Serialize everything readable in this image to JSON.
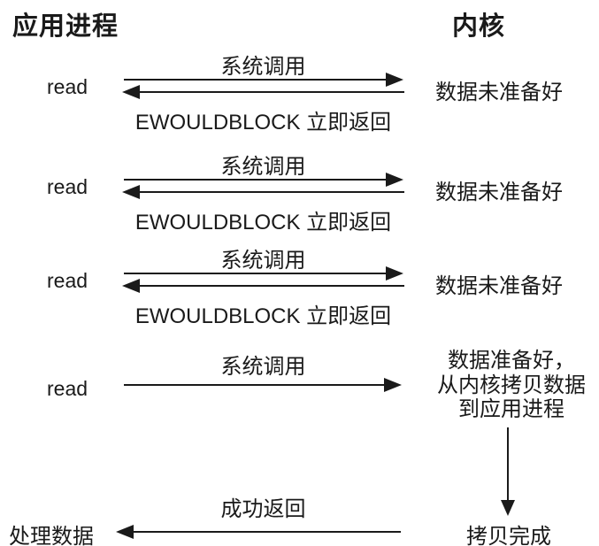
{
  "headers": {
    "app": "应用进程",
    "kernel": "内核"
  },
  "rounds": [
    {
      "syscall": "系统调用",
      "caller": "read",
      "return_label": "EWOULDBLOCK 立即返回",
      "kernel_state": "数据未准备好"
    },
    {
      "syscall": "系统调用",
      "caller": "read",
      "return_label": "EWOULDBLOCK 立即返回",
      "kernel_state": "数据未准备好"
    },
    {
      "syscall": "系统调用",
      "caller": "read",
      "return_label": "EWOULDBLOCK 立即返回",
      "kernel_state": "数据未准备好"
    }
  ],
  "final_call": {
    "syscall": "系统调用",
    "caller": "read",
    "kernel_state_lines": [
      "数据准备好，",
      "从内核拷贝数据",
      "到应用进程"
    ]
  },
  "completion": {
    "success_label": "成功返回",
    "result_label": "处理数据",
    "copy_done_label": "拷贝完成"
  },
  "colors": {
    "ink": "#1a1a1a",
    "background": "#ffffff"
  }
}
